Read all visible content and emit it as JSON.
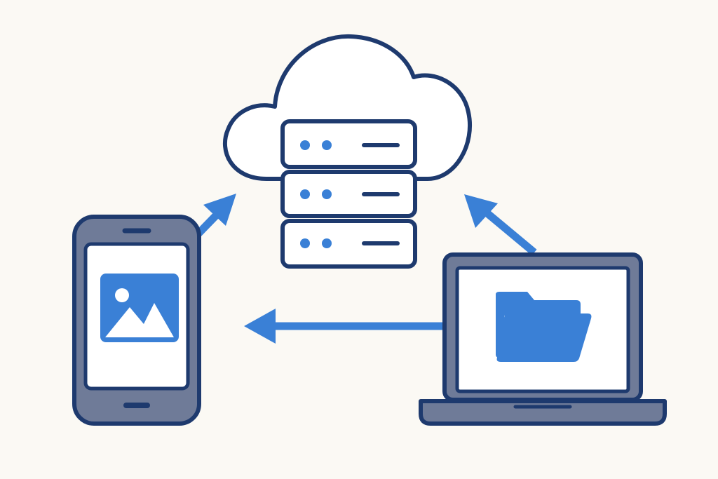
{
  "colors": {
    "background": "#fbf9f4",
    "outline": "#1e3a6e",
    "accent": "#3a80d6",
    "device_body": "#6f7b98",
    "screen": "#ffffff"
  },
  "nodes": [
    {
      "id": "cloud-server",
      "icon": "cloud-server-icon"
    },
    {
      "id": "phone",
      "icon": "smartphone-icon",
      "content_icon": "image-icon"
    },
    {
      "id": "laptop",
      "icon": "laptop-icon",
      "content_icon": "folder-icon"
    }
  ],
  "edges": [
    {
      "from": "phone",
      "to": "cloud-server"
    },
    {
      "from": "laptop",
      "to": "cloud-server"
    },
    {
      "from": "laptop",
      "to": "phone"
    }
  ]
}
